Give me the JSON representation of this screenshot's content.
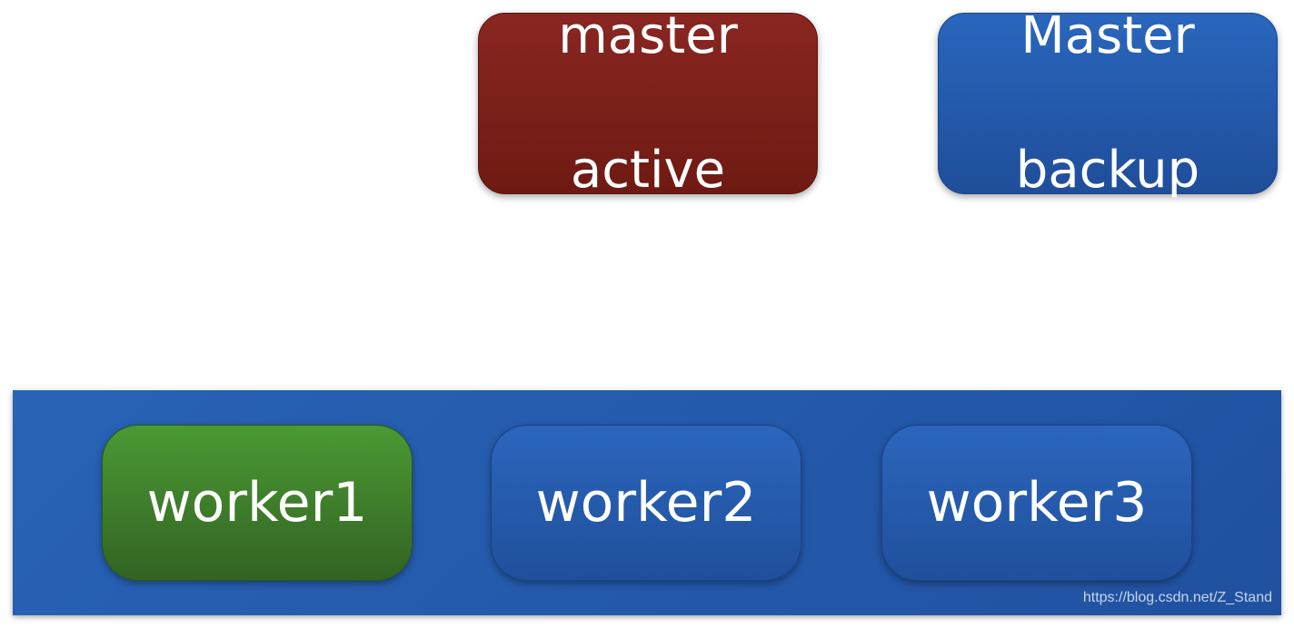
{
  "masters": {
    "active": {
      "line1": "master",
      "line2": "active"
    },
    "backup": {
      "line1": "Master",
      "line2": "backup"
    }
  },
  "workers": [
    {
      "label": "worker1"
    },
    {
      "label": "worker2"
    },
    {
      "label": "worker3"
    }
  ],
  "watermark": "https://blog.csdn.net/Z_Stand",
  "colors": {
    "master_active": "#7c2019",
    "master_backup": "#2459ab",
    "worker_active": "#3f7e2b",
    "worker": "#2459ab",
    "cluster_background": "#2459ab"
  }
}
